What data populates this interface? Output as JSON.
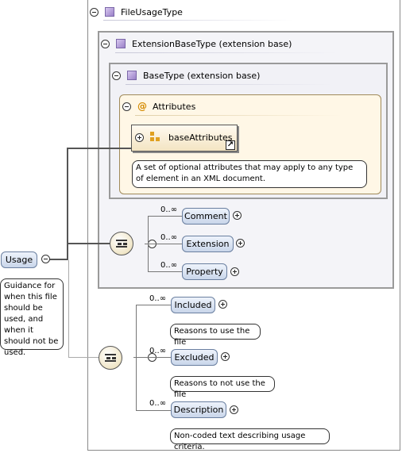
{
  "root": {
    "title": "FileUsageType",
    "extension_title": "ExtensionBaseType (extension base)",
    "base_title": "BaseType (extension base)",
    "attributes": {
      "title": "Attributes",
      "group_name": "baseAttributes",
      "group_doc": "A set of optional attributes that may apply to any type of element in an XML document."
    },
    "extension_children": [
      {
        "name": "Comment",
        "card": "0..∞"
      },
      {
        "name": "Extension",
        "card": "0..∞"
      },
      {
        "name": "Property",
        "card": "0..∞"
      }
    ],
    "own_children": [
      {
        "name": "Included",
        "card": "0..∞",
        "doc": "Reasons to use the file"
      },
      {
        "name": "Excluded",
        "card": "0..∞",
        "doc": "Reasons to not use the file"
      },
      {
        "name": "Description",
        "card": "0..∞",
        "doc": "Non-coded text describing usage criteria."
      }
    ]
  },
  "element": {
    "name": "Usage",
    "doc": "Guidance for when this file should be used, and when it should not be used."
  },
  "icons": {
    "complex_type": "complex-type-icon",
    "attribute_at": "at-sign-icon",
    "attribute_group": "attribute-group-icon",
    "sequence": "sequence-compositor-icon",
    "link": "link-arrow-icon"
  }
}
